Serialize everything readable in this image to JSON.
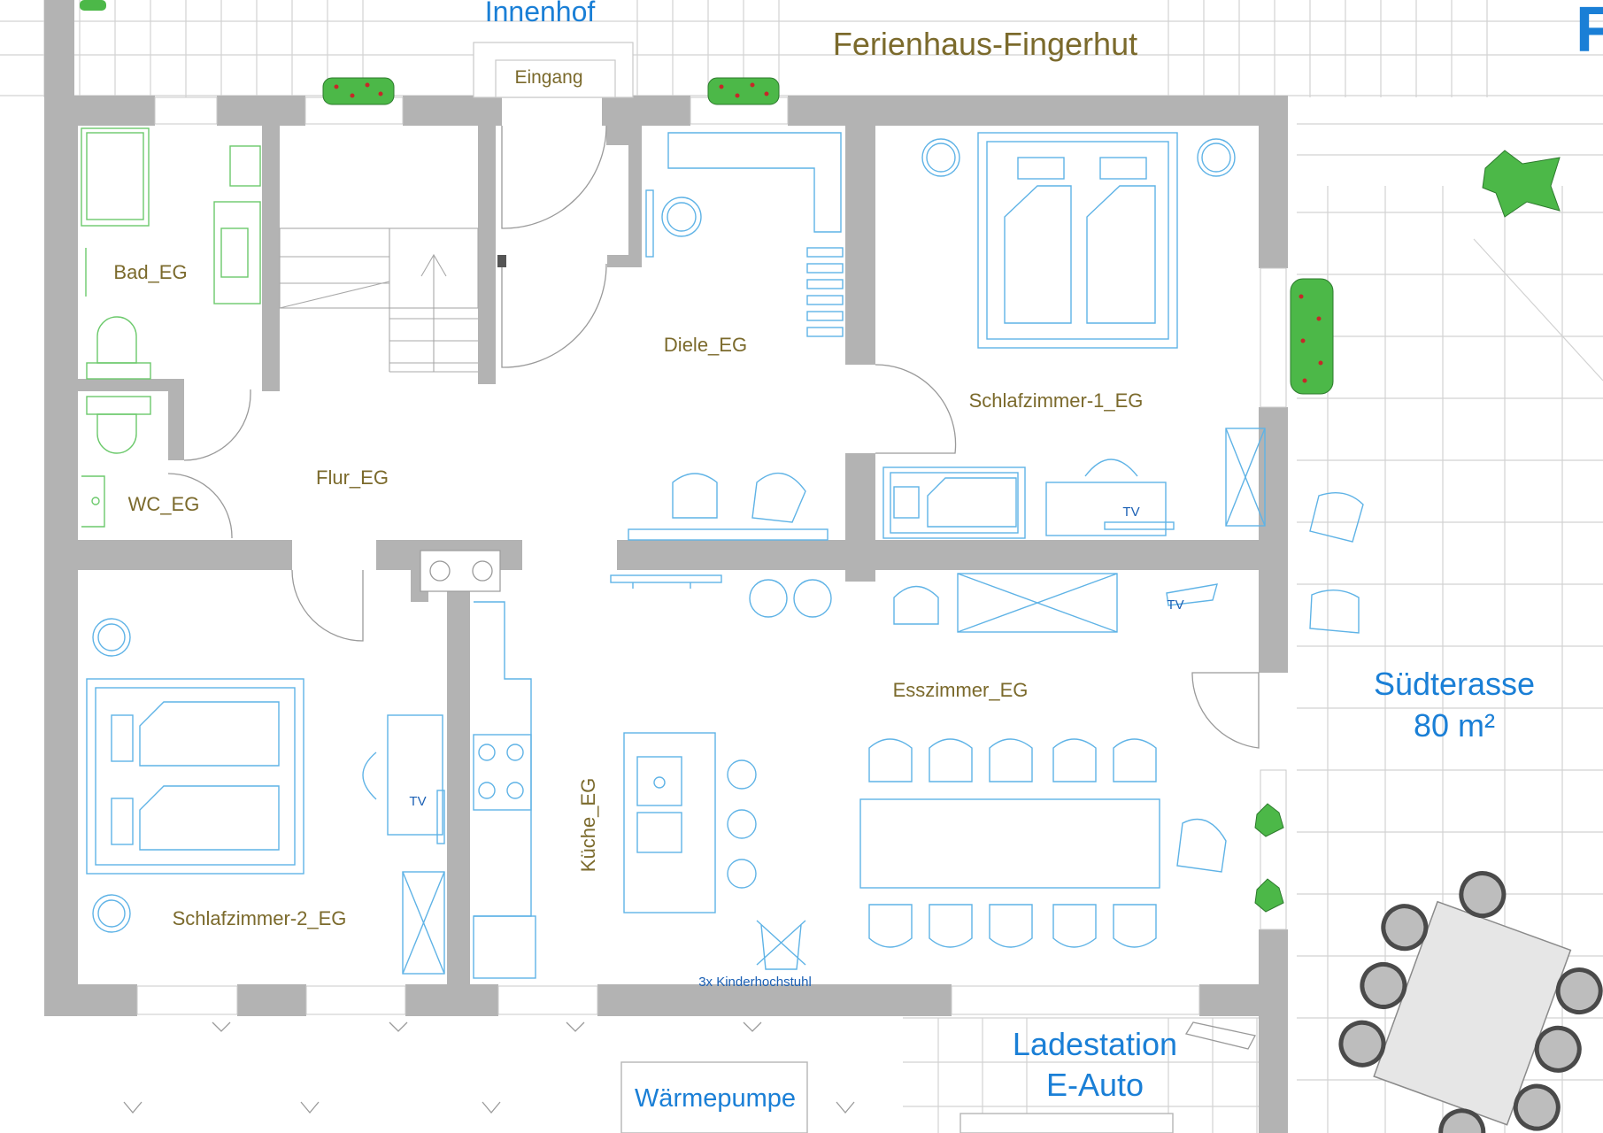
{
  "plan": {
    "title": "Ferienhaus-Fingerhut",
    "courtyard": "Innenhof",
    "entrance": "Eingang",
    "rooms": {
      "bad": "Bad_EG",
      "wc": "WC_EG",
      "flur": "Flur_EG",
      "diele": "Diele_EG",
      "schlaf1": "Schlafzimmer-1_EG",
      "schlaf2": "Schlafzimmer-2_EG",
      "kueche": "Küche_EG",
      "ess": "Esszimmer_EG"
    },
    "terrace_line1": "Südterasse",
    "terrace_line2": "80 m²",
    "heatpump": "Wärmepumpe",
    "charger_line1": "Ladestation",
    "charger_line2": "E-Auto",
    "highchair_note": "3x Kinderhochstuhl",
    "tv": "TV",
    "edge_letter": "F"
  },
  "colors": {
    "wall": "#b3b3b3",
    "label_olive": "#7b6a2c",
    "label_blue": "#1a7fd6",
    "furniture": "#5fb3e6",
    "sanitary": "#6bc96b",
    "plant": "#4cb848"
  }
}
